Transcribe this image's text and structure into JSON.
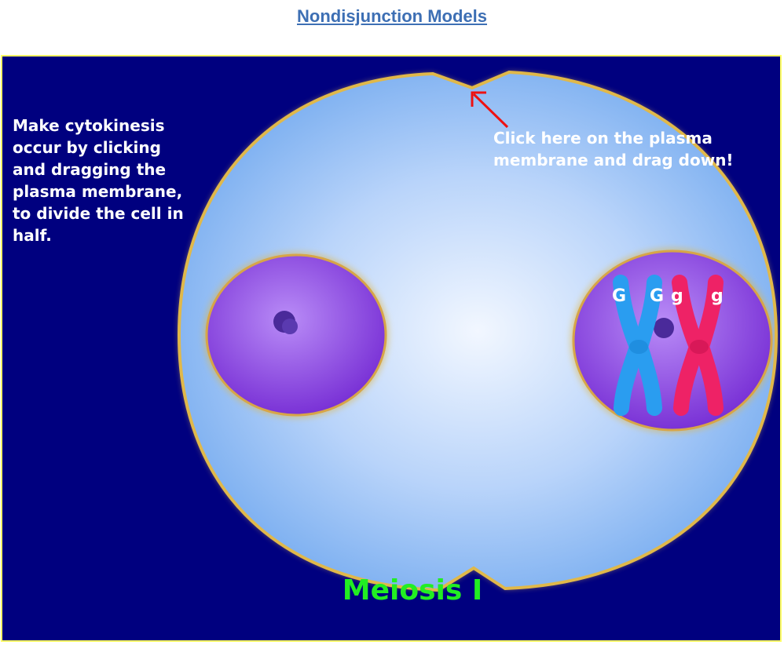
{
  "page": {
    "title": "Nondisjunction Models"
  },
  "simulation": {
    "instructions": "Make cytokinesis\noccur by clicking\nand dragging the\nplasma membrane,\nto divide the cell in\nhalf.",
    "hint": "Click here on the plasma\nmembrane and drag down!",
    "stage_label": "Meiosis I",
    "alleles": [
      "G",
      "G",
      "g",
      "g"
    ],
    "colors": {
      "background": "#00007f",
      "frame_border": "#ffff66",
      "membrane": "#e0b84a",
      "cytoplasm": "#8db8f5",
      "nucleus": "#8a3fe0",
      "chromosome_dominant": "#2a9df0",
      "chromosome_recessive": "#ee2266",
      "arrow": "#ee1111",
      "label": "#22ee22"
    }
  }
}
